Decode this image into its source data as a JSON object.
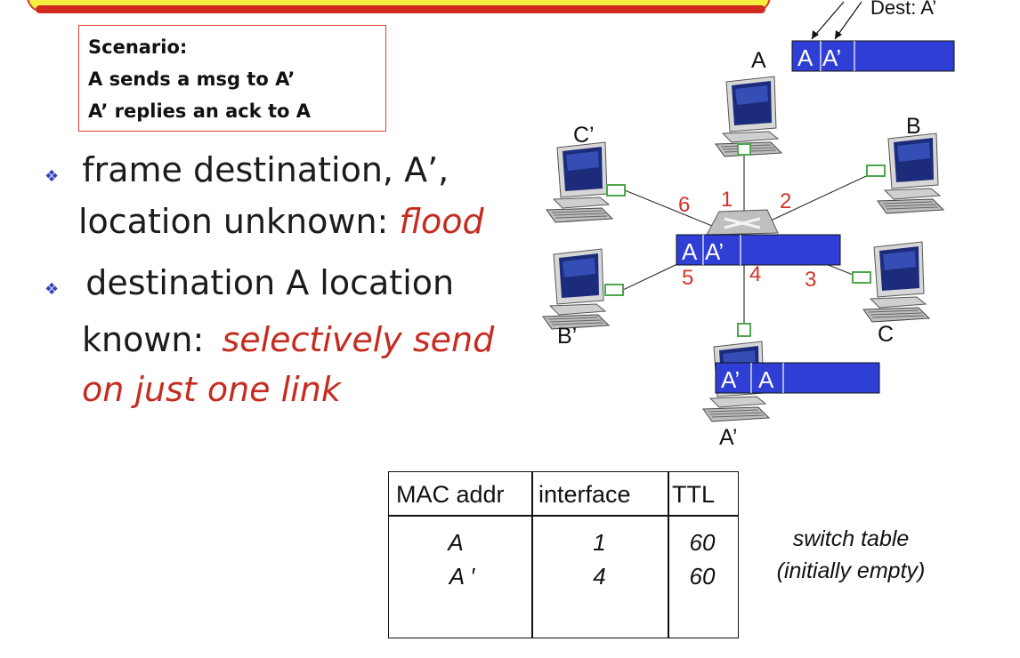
{
  "scenario": {
    "line1": "Scenario:",
    "line2": "A sends a msg to A’",
    "line3": "A’ replies an ack to A"
  },
  "bullets": {
    "b1_line1": "frame destination, A’,",
    "b1_line2_prefix": "location unknown:",
    "b1_line2_emph": "flood",
    "b2_line1": "destination A location",
    "b2_line2_prefix": "known:",
    "b2_line2_emph": "selectively send",
    "b2_line3_emph": "on just one link"
  },
  "diagram": {
    "dest_label": "Dest: A’",
    "hosts": {
      "A": "A",
      "B": "B",
      "C": "C",
      "C_prime": "C’",
      "B_prime": "B’",
      "A_prime": "A’"
    },
    "ports": [
      "1",
      "2",
      "3",
      "4",
      "5",
      "6"
    ],
    "frame_top": {
      "field1": "A",
      "field2": "A’"
    },
    "frame_switch": {
      "field1": "A",
      "field2": "A’"
    },
    "frame_bottom": {
      "field1": "A’",
      "field2": "A"
    },
    "colors": {
      "frame": "#2f3fd6",
      "port": "#d0342a",
      "link_port": "#4ea64e"
    }
  },
  "switch_table": {
    "headers": [
      "MAC addr",
      "interface",
      "TTL"
    ],
    "rows": [
      [
        "A",
        "1",
        "60"
      ],
      [
        "A ′",
        "4",
        "60"
      ]
    ],
    "caption_line1": "switch table",
    "caption_line2": "(initially empty)"
  }
}
